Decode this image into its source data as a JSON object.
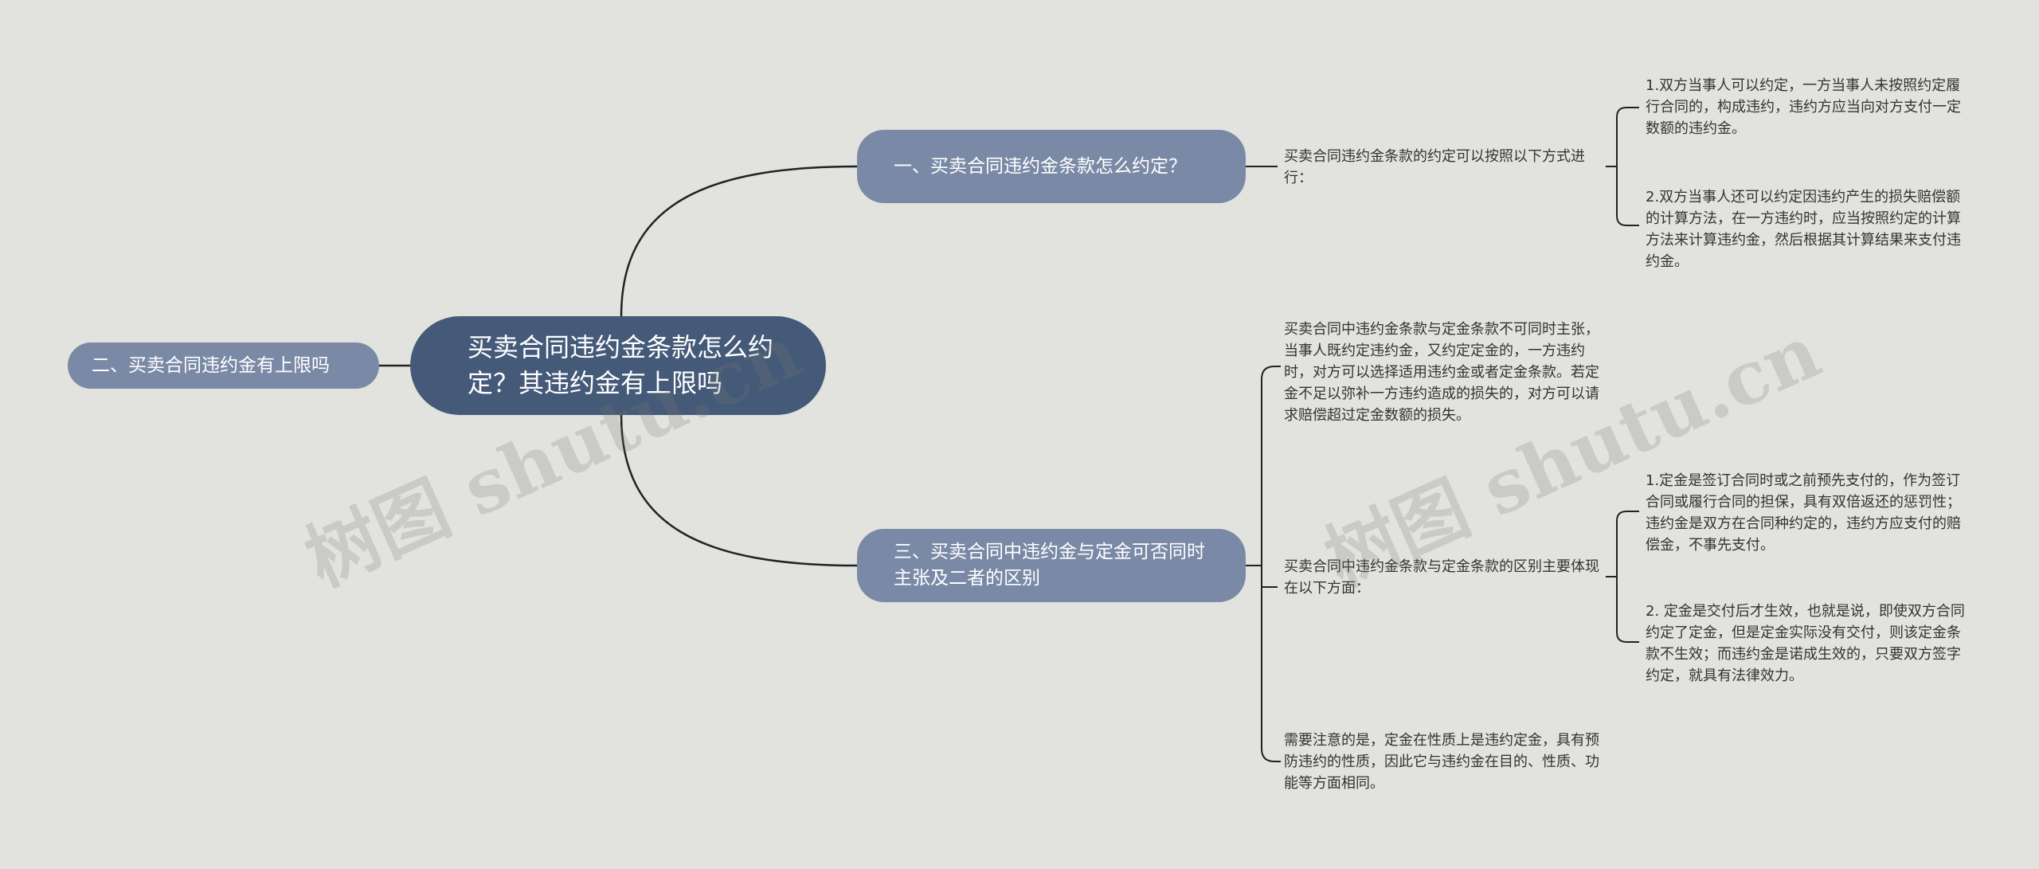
{
  "mindmap": {
    "root": "买卖合同违约金条款怎么约定？其违约金有上限吗",
    "branches": [
      {
        "label": "一、买卖合同违约金条款怎么约定？",
        "leaves": [
          {
            "text": "买卖合同违约金条款的约定可以按照以下方式进行：",
            "children": [
              "1.双方当事人可以约定，一方当事人未按照约定履行合同的，构成违约，违约方应当向对方支付一定数额的违约金。",
              "2.双方当事人还可以约定因违约产生的损失赔偿额的计算方法，在一方违约时，应当按照约定的计算方法来计算违约金，然后根据其计算结果来支付违约金。"
            ]
          }
        ]
      },
      {
        "label": "二、买卖合同违约金有上限吗",
        "leaves": []
      },
      {
        "label": "三、买卖合同中违约金与定金可否同时主张及二者的区别",
        "leaves": [
          {
            "text": "买卖合同中违约金条款与定金条款不可同时主张，当事人既约定违约金，又约定定金的，一方违约时，对方可以选择适用违约金或者定金条款。若定金不足以弥补一方违约造成的损失的，对方可以请求赔偿超过定金数额的损失。",
            "children": []
          },
          {
            "text": "买卖合同中违约金条款与定金条款的区别主要体现在以下方面：",
            "children": [
              "1.定金是签订合同时或之前预先支付的，作为签订合同或履行合同的担保，具有双倍返还的惩罚性；违约金是双方在合同种约定的，违约方应支付的赔偿金，不事先支付。",
              "2. 定金是交付后才生效，也就是说，即使双方合同约定了定金，但是定金实际没有交付，则该定金条款不生效；而违约金是诺成生效的，只要双方签字约定，就具有法律效力。"
            ]
          },
          {
            "text": "需要注意的是，定金在性质上是违约定金，具有预防违约的性质，因此它与违约金在目的、性质、功能等方面相同。",
            "children": []
          }
        ]
      }
    ]
  },
  "watermark": "树图 shutu.cn",
  "colors": {
    "background": "#e2e2df",
    "root_fill": "#445a78",
    "branch_fill": "#7a8aa6",
    "line": "#222222",
    "leaf_text": "#333333"
  }
}
